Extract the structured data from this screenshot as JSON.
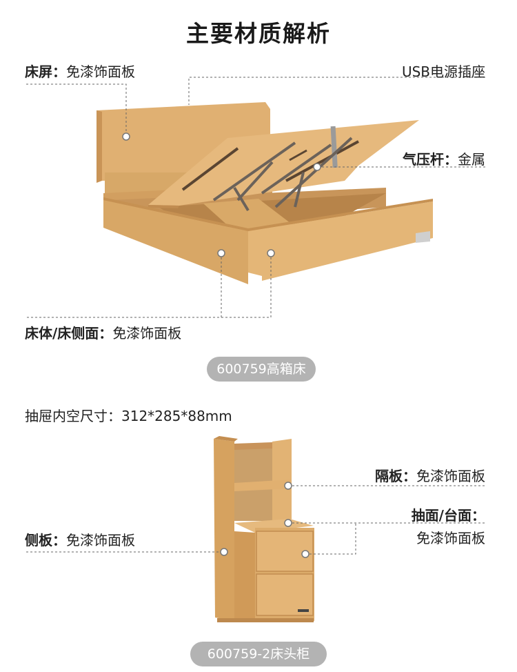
{
  "title": "主要材质解析",
  "bed": {
    "headboard_key": "床屏：",
    "headboard_val": "免漆饰面板",
    "usb_label": "USB电源插座",
    "gas_key": "气压杆：",
    "gas_val": "金属",
    "body_key": "床体/床侧面：",
    "body_val": "免漆饰面板",
    "model_pill": "600759高箱床"
  },
  "nightstand": {
    "drawer_size_label": "抽屉内空尺寸：312*285*88mm",
    "shelf_key": "隔板：",
    "shelf_val": "免漆饰面板",
    "top_key": "抽面/台面：",
    "top_val": "免漆饰面板",
    "side_key": "侧板：",
    "side_val": "免漆饰面板",
    "model_pill": "600759-2床头柜"
  },
  "colors": {
    "wood_light": "#e3b57a",
    "wood_mid": "#d4a163",
    "wood_dark": "#b9854a",
    "metal": "#6b625a",
    "pill_bg": "#b3b3b3"
  }
}
